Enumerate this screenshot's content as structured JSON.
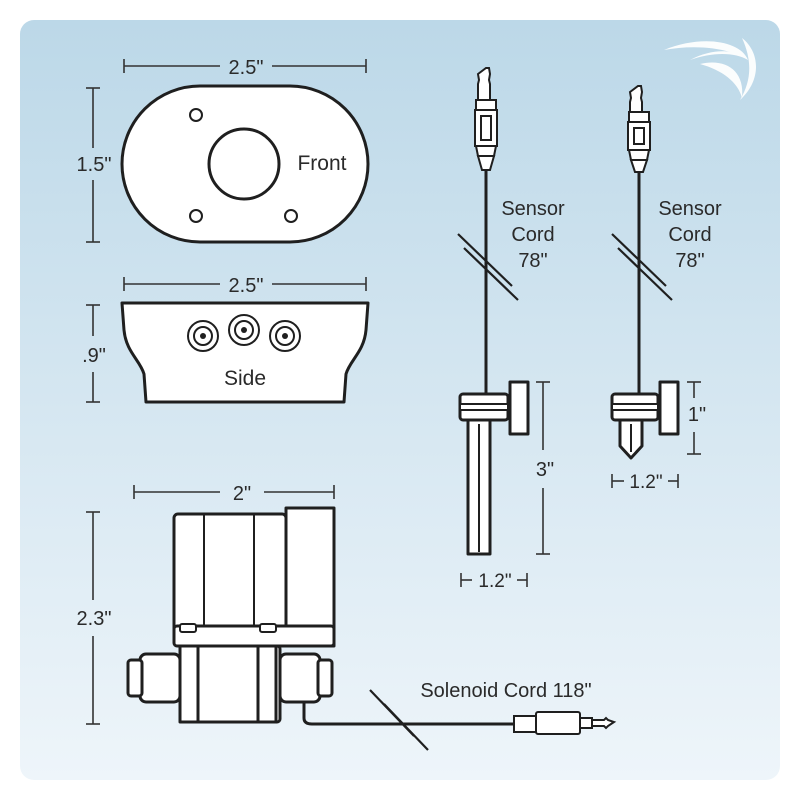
{
  "colors": {
    "panel_top": "#bcd8e8",
    "panel_bottom": "#eef5fa",
    "stroke": "#1f1f1f",
    "text": "#2a2a2a",
    "logo": "#ffffff"
  },
  "logo_icon": "wing-swoosh-logo",
  "front_view": {
    "width_label": "2.5\"",
    "height_label": "1.5\"",
    "label": "Front"
  },
  "side_view": {
    "width_label": "2.5\"",
    "height_label": ".9\"",
    "label": "Side"
  },
  "sensor_long": {
    "cord_label_line1": "Sensor",
    "cord_label_line2": "Cord",
    "cord_label_line3": "78\"",
    "height_label": "3\"",
    "width_label": "1.2\""
  },
  "sensor_short": {
    "cord_label_line1": "Sensor",
    "cord_label_line2": "Cord",
    "cord_label_line3": "78\"",
    "height_label": "1\"",
    "width_label": "1.2\""
  },
  "solenoid": {
    "width_label": "2\"",
    "height_label": "2.3\"",
    "cord_label": "Solenoid Cord 118\""
  }
}
